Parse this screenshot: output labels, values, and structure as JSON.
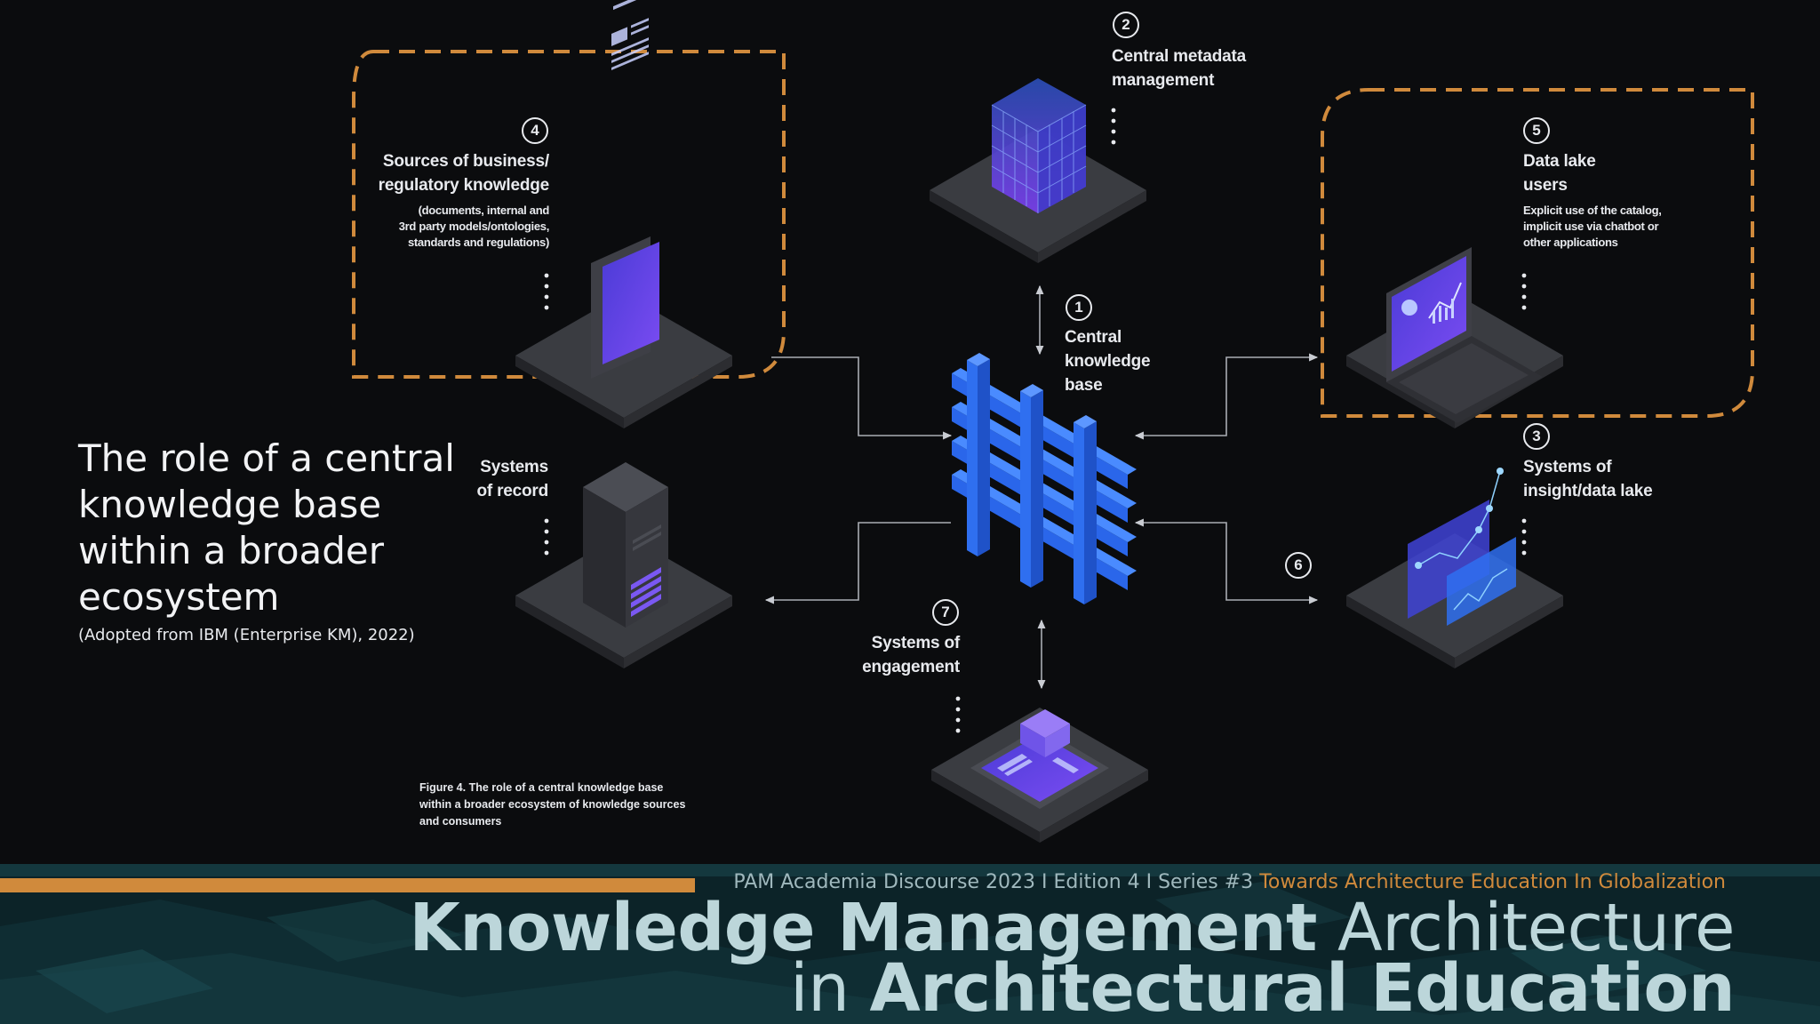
{
  "slide": {
    "title": "The role of a central knowledge base within a broader ecosystem",
    "source": "(Adopted from IBM (Enterprise KM), 2022)"
  },
  "diagram": {
    "nodes": [
      {
        "id": "central-knowledge-base",
        "number": "1",
        "label_lines": [
          "Central",
          "knowledge",
          "base"
        ],
        "icon": "lattice-icon"
      },
      {
        "id": "central-metadata-management",
        "number": "2",
        "label_lines": [
          "Central metadata",
          "management"
        ],
        "icon": "cube-grid-icon"
      },
      {
        "id": "systems-of-insight",
        "number": "3",
        "label_lines": [
          "Systems of",
          "insight/data lake"
        ],
        "icon": "dashboard-panels-icon"
      },
      {
        "id": "sources-of-knowledge",
        "number": "4",
        "label_lines": [
          "Sources of business/",
          "regulatory knowledge"
        ],
        "note_lines": [
          "(documents, internal and",
          "3rd party models/ontologies,",
          "standards and regulations)"
        ],
        "icon": "documents-icon"
      },
      {
        "id": "data-lake-users",
        "number": "5",
        "label_lines": [
          "Data lake",
          "users"
        ],
        "note_lines": [
          "Explicit use of the catalog,",
          "implicit use via chatbot or",
          "other applications"
        ],
        "icon": "laptop-icon"
      },
      {
        "id": "connector-6",
        "number": "6",
        "label_lines": [],
        "icon": ""
      },
      {
        "id": "systems-of-engagement",
        "number": "7",
        "label_lines": [
          "Systems of",
          "engagement"
        ],
        "icon": "tablet-icon"
      },
      {
        "id": "systems-of-record",
        "number": "",
        "label_lines": [
          "Systems",
          "of record"
        ],
        "icon": "server-icon"
      }
    ],
    "caption_lines": [
      "Figure 4. The role of a central knowledge base",
      "within a broader ecosystem of knowledge sources",
      "and consumers"
    ]
  },
  "footer": {
    "series_prefix": "PAM Academia Discourse 2023 I Edition 4 I Series #3",
    "series_highlight": "Towards Architecture Education In Globalization",
    "title_line1_bold": "Knowledge Management",
    "title_line1_light": "Architecture",
    "title_line2_light": "in",
    "title_line2_bold": "Architectural Education"
  },
  "colors": {
    "accent_orange": "#d08a3c",
    "background": "#0b0c0e",
    "lattice_blue": "#2f6ff0",
    "footer_text": "#bcd6da"
  }
}
